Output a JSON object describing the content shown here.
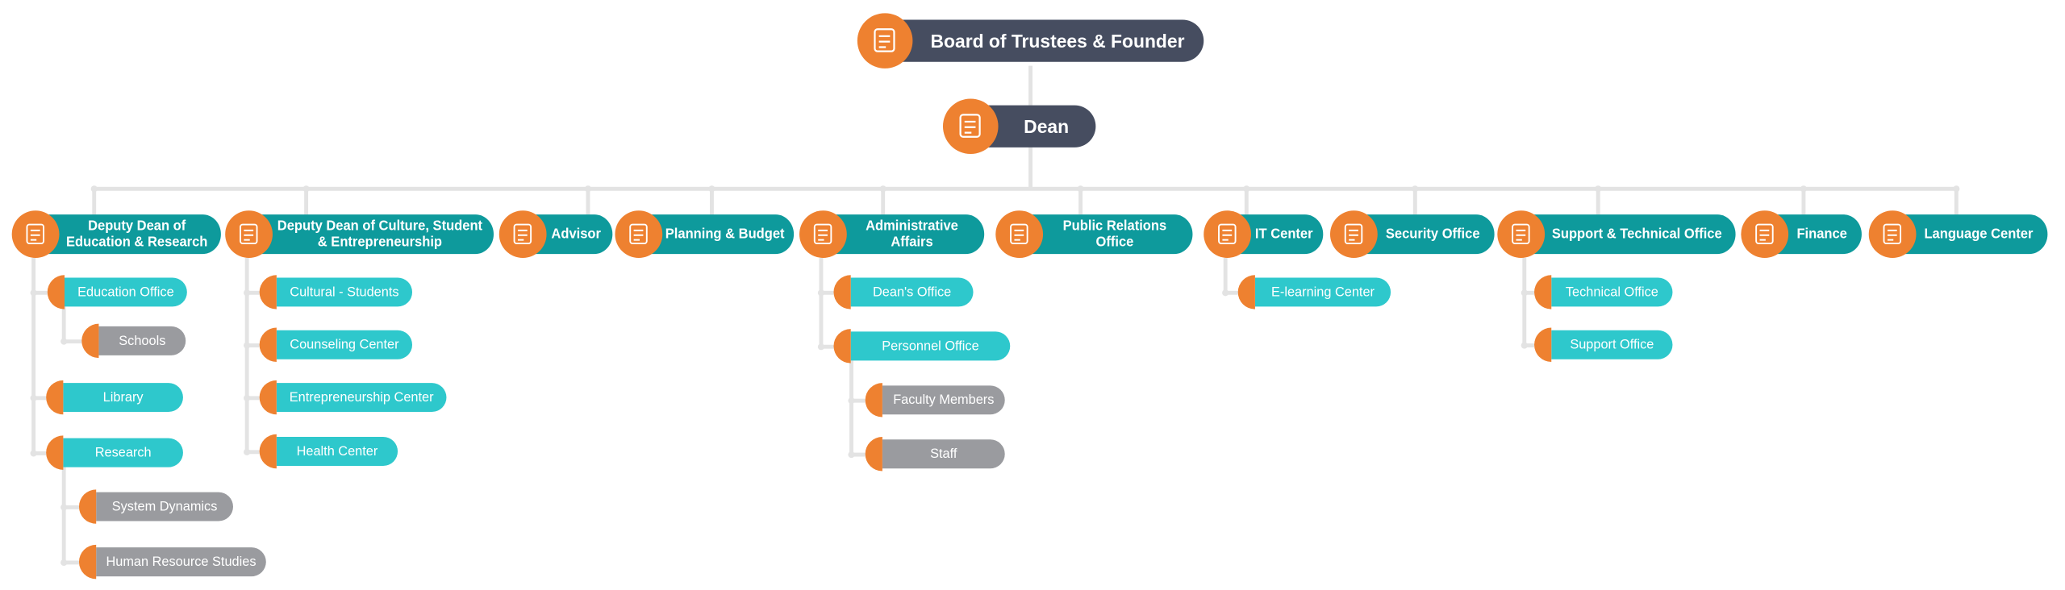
{
  "colors": {
    "header": "#464d60",
    "department": "#0e9a9c",
    "unit": "#2ec8cc",
    "subunit": "#9a9b9f",
    "accent": "#ee8130",
    "connector": "#e3e3e3"
  },
  "board": {
    "label": "Board of Trustees & Founder",
    "icon": "trustees-icon"
  },
  "dean": {
    "label": "Dean",
    "icon": "podium-speaker-icon"
  },
  "departments": [
    {
      "label": "Deputy Dean of Education & Research",
      "icon": "document-search-icon",
      "children": [
        {
          "label": "Education Office",
          "children": [
            {
              "label": "Schools"
            }
          ]
        },
        {
          "label": "Library"
        },
        {
          "label": "Research",
          "children": [
            {
              "label": "System Dynamics"
            },
            {
              "label": "Human Resource Studies"
            }
          ]
        }
      ]
    },
    {
      "label": "Deputy Dean of Culture, Student & Entrepreneurship",
      "icon": "graduation-cap-icon",
      "children": [
        {
          "label": "Cultural - Students"
        },
        {
          "label": "Counseling Center"
        },
        {
          "label": "Entrepreneurship Center"
        },
        {
          "label": "Health Center"
        }
      ]
    },
    {
      "label": "Advisor",
      "icon": "consultation-icon"
    },
    {
      "label": "Planning & Budget",
      "icon": "notepad-icon"
    },
    {
      "label": "Administrative Affairs",
      "icon": "id-badge-icon",
      "children": [
        {
          "label": "Dean's Office"
        },
        {
          "label": "Personnel Office",
          "children": [
            {
              "label": "Faculty Members"
            },
            {
              "label": "Staff"
            }
          ]
        }
      ]
    },
    {
      "label": "Public Relations Office",
      "icon": "handshake-globe-icon"
    },
    {
      "label": "IT Center",
      "icon": "network-computers-icon",
      "children": [
        {
          "label": "E-learning Center"
        }
      ]
    },
    {
      "label": "Security Office",
      "icon": "shield-check-icon"
    },
    {
      "label": "Support & Technical Office",
      "icon": "gear-hand-icon",
      "children": [
        {
          "label": "Technical Office"
        },
        {
          "label": "Support Office"
        }
      ]
    },
    {
      "label": "Finance",
      "icon": "money-hand-icon"
    },
    {
      "label": "Language Center",
      "icon": "translate-icon"
    }
  ]
}
